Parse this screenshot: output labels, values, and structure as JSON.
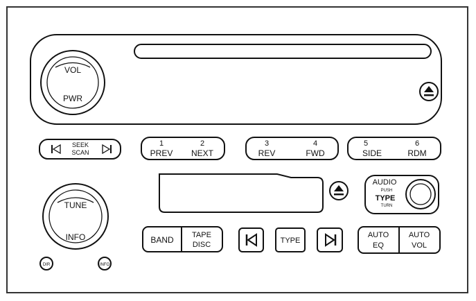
{
  "upper_panel": {
    "vol_knob": {
      "top_label": "VOL",
      "bottom_label": "PWR"
    },
    "buttons": {
      "seek_scan": {
        "line1": "SEEK",
        "line2": "SCAN"
      },
      "preset_1": {
        "num": "1",
        "label": "PREV"
      },
      "preset_2": {
        "num": "2",
        "label": "NEXT"
      },
      "preset_3": {
        "num": "3",
        "label": "REV"
      },
      "preset_4": {
        "num": "4",
        "label": "FWD"
      },
      "preset_5": {
        "num": "5",
        "label": "SIDE"
      },
      "preset_6": {
        "num": "6",
        "label": "RDM"
      }
    }
  },
  "lower_panel": {
    "tune_knob": {
      "top_label": "TUNE",
      "bottom_label": "INFO"
    },
    "audio_knob": {
      "line1": "AUDIO",
      "line2": "PUSH",
      "line3": "TYPE",
      "line4": "TURN"
    },
    "buttons": {
      "band": "BAND",
      "tape_disc": {
        "line1": "TAPE",
        "line2": "DISC"
      },
      "type": "TYPE",
      "auto_eq": {
        "line1": "AUTO",
        "line2": "EQ"
      },
      "auto_vol": {
        "line1": "AUTO",
        "line2": "VOL"
      },
      "small_left": "DIR",
      "small_right": "INFO"
    }
  }
}
